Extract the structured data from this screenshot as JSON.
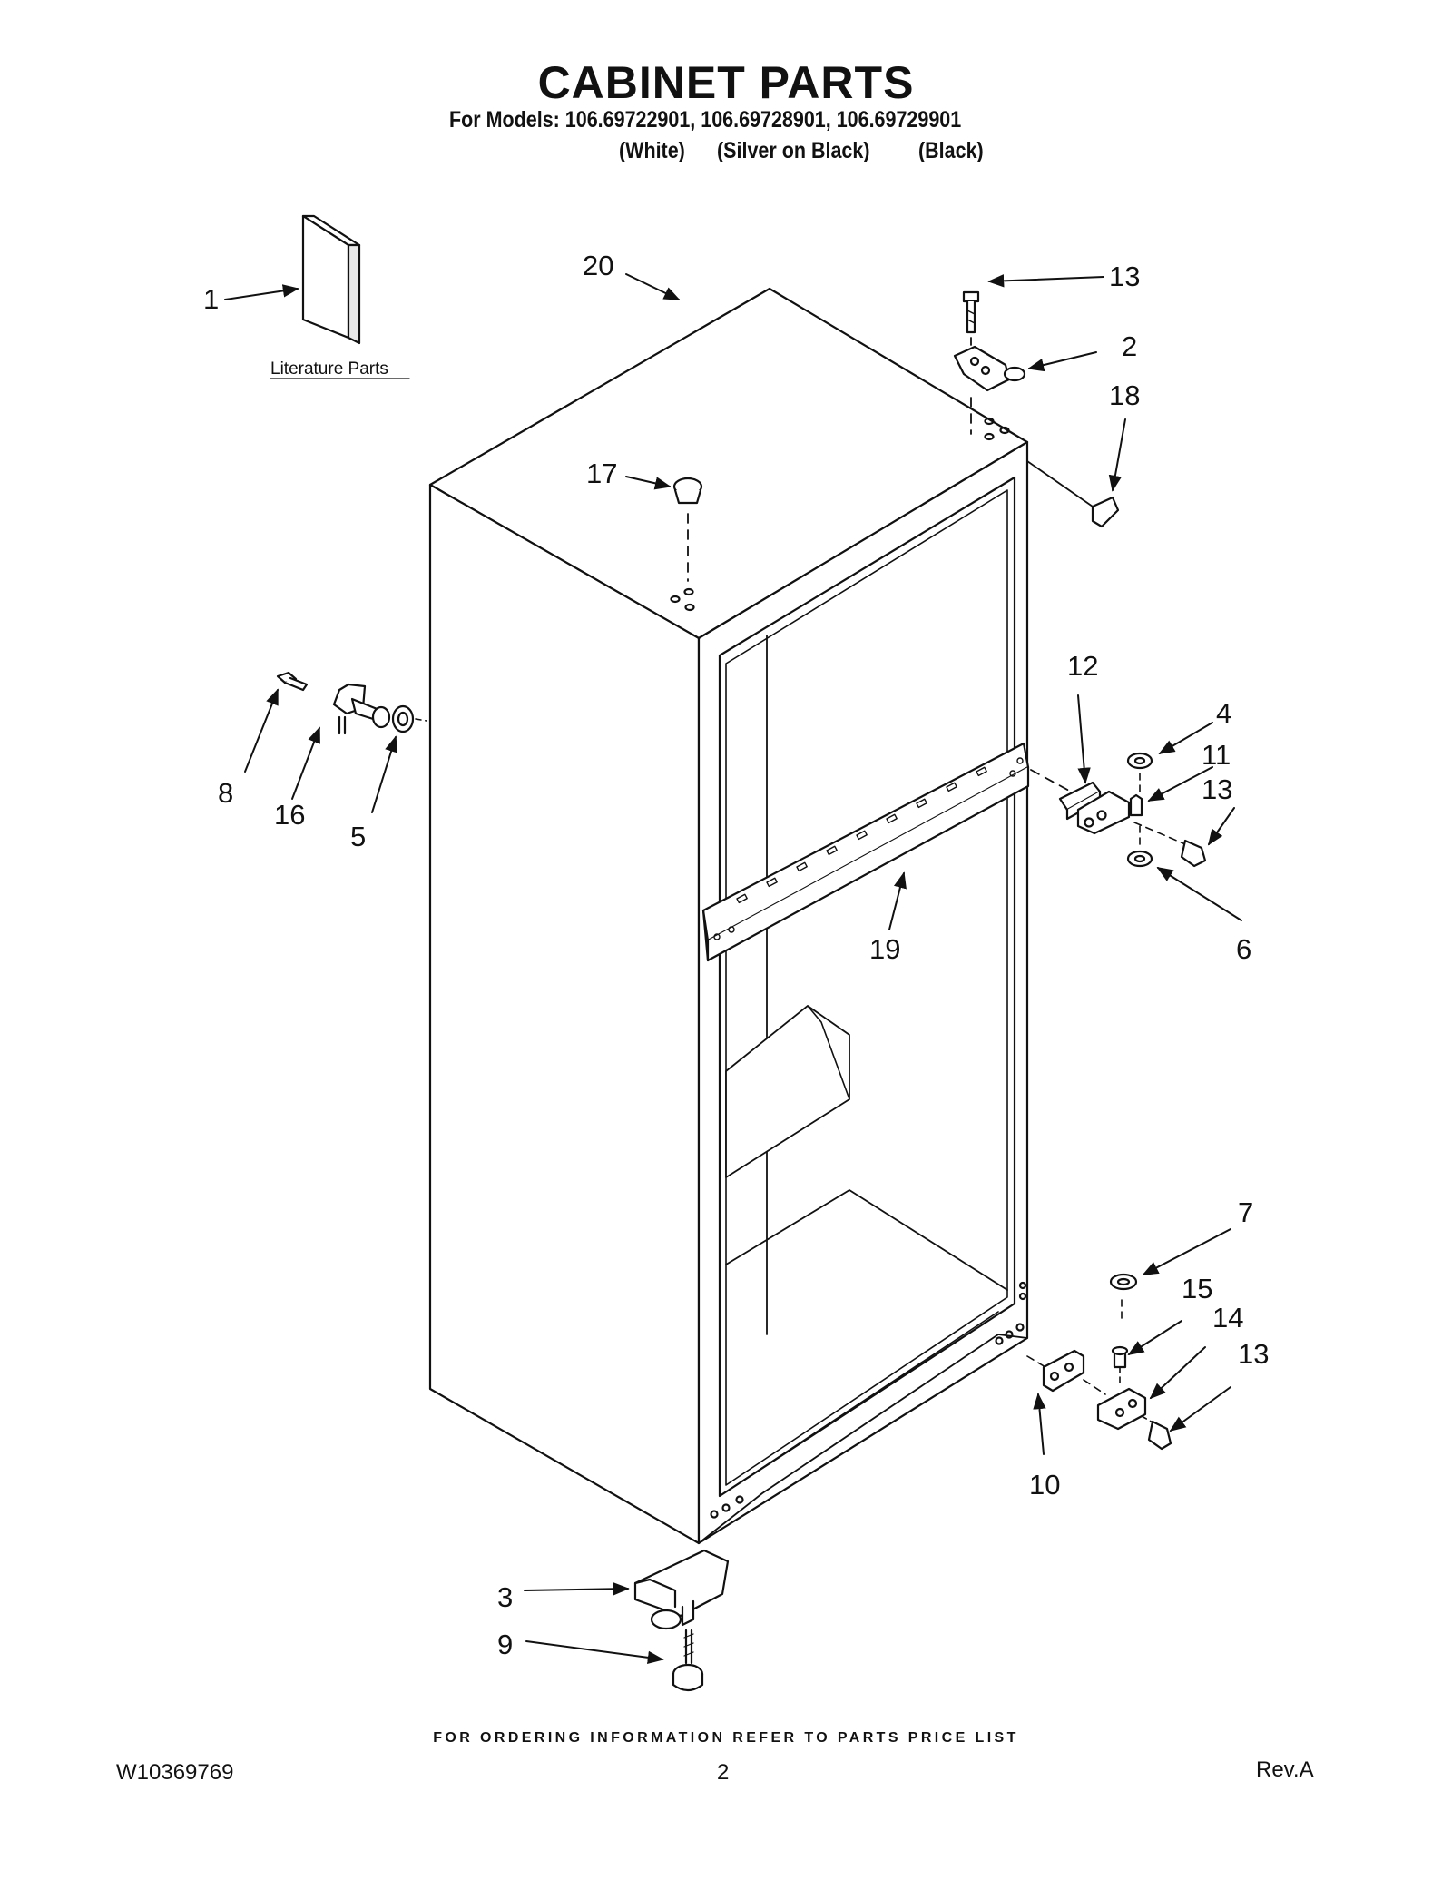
{
  "header": {
    "title": "CABINET PARTS",
    "models_line": "For Models: 106.69722901, 106.69728901, 106.69729901",
    "color_white": "(White)",
    "color_silver": "(Silver on Black)",
    "color_black": "(Black)"
  },
  "diagram": {
    "literature_label": "Literature Parts",
    "callouts": {
      "c1": "1",
      "c2": "2",
      "c3": "3",
      "c4": "4",
      "c5": "5",
      "c6": "6",
      "c7": "7",
      "c8": "8",
      "c9": "9",
      "c10": "10",
      "c11": "11",
      "c12": "12",
      "c13a": "13",
      "c13b": "13",
      "c13c": "13",
      "c14": "14",
      "c15": "15",
      "c16": "16",
      "c17": "17",
      "c18": "18",
      "c19": "19",
      "c20": "20"
    }
  },
  "footer": {
    "ordering_note": "FOR ORDERING INFORMATION REFER TO PARTS PRICE LIST",
    "doc_number": "W10369769",
    "page_number": "2",
    "revision": "Rev.A"
  }
}
